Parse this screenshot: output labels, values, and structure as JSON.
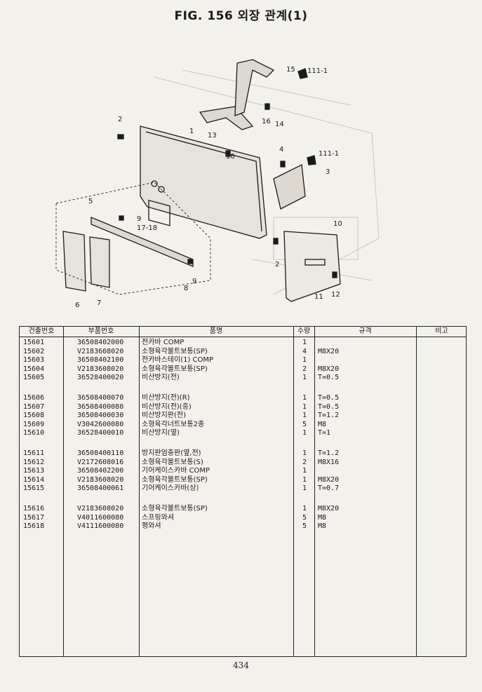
{
  "title": "FIG. 156 외장 관계(1)",
  "callouts": [
    "1",
    "2",
    "2",
    "3",
    "4",
    "5",
    "6",
    "7",
    "8",
    "9",
    "9",
    "10",
    "11",
    "12",
    "13",
    "14",
    "15",
    "16",
    "16",
    "111-1",
    "111-1",
    "17-18"
  ],
  "table": {
    "headers": {
      "no": "건출번호",
      "part": "부품번호",
      "name": "품명",
      "qty": "수량",
      "spec": "규격",
      "note": "비고"
    },
    "rows": [
      {
        "no": "15601",
        "part": "36508402000",
        "name": "전카바 COMP",
        "qty": "1",
        "spec": ""
      },
      {
        "no": "15602",
        "part": "V2183608020",
        "name": "소형육각볼트보통(SP)",
        "qty": "4",
        "spec": "M8X20"
      },
      {
        "no": "15603",
        "part": "36508402100",
        "name": "전카바스테이(1) COMP",
        "qty": "1",
        "spec": ""
      },
      {
        "no": "15604",
        "part": "V2183608020",
        "name": "소형육각볼트보통(SP)",
        "qty": "2",
        "spec": "M8X20"
      },
      {
        "no": "15605",
        "part": "36528400020",
        "name": "비산방지(전)",
        "qty": "1",
        "spec": "T=0.5"
      },
      {
        "no": "15606",
        "part": "36508400070",
        "name": "비산방지(전)(R)",
        "qty": "1",
        "spec": "T=0.5"
      },
      {
        "no": "15607",
        "part": "36508400080",
        "name": "비산방지(전)(중)",
        "qty": "1",
        "spec": "T=0.5"
      },
      {
        "no": "15608",
        "part": "36508400030",
        "name": "비산방지판(전)",
        "qty": "1",
        "spec": "T=1.2"
      },
      {
        "no": "15609",
        "part": "V3042600080",
        "name": "소형육각너트보통2종",
        "qty": "5",
        "spec": "M8"
      },
      {
        "no": "15610",
        "part": "36528400010",
        "name": "비산방지(옆)",
        "qty": "1",
        "spec": "T=1"
      },
      {
        "no": "15611",
        "part": "36508400110",
        "name": "방지판엄충판(옆,전)",
        "qty": "1",
        "spec": "T=1.2"
      },
      {
        "no": "15612",
        "part": "V2172608016",
        "name": "소형육각볼트보통(S)",
        "qty": "2",
        "spec": "M8X16"
      },
      {
        "no": "15613",
        "part": "36508402200",
        "name": "기어케이스카바 COMP",
        "qty": "1",
        "spec": ""
      },
      {
        "no": "15614",
        "part": "V2183608020",
        "name": "소형육각볼트보통(SP)",
        "qty": "1",
        "spec": "M8X20"
      },
      {
        "no": "15615",
        "part": "36508400061",
        "name": "기어케이스카바(상)",
        "qty": "1",
        "spec": "T=0.7"
      },
      {
        "no": "15616",
        "part": "V2183608020",
        "name": "소형육각볼트보통(SP)",
        "qty": "1",
        "spec": "M8X20"
      },
      {
        "no": "15617",
        "part": "V4011600080",
        "name": "스프링와셔",
        "qty": "5",
        "spec": "M8"
      },
      {
        "no": "15618",
        "part": "V4111600080",
        "name": "평와셔",
        "qty": "5",
        "spec": "M8"
      }
    ]
  },
  "page_number": "434"
}
